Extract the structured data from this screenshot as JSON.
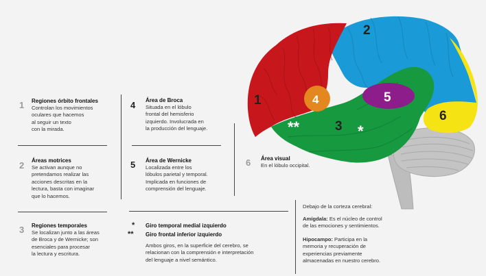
{
  "regions": [
    {
      "number": "1",
      "title": "Regiones órbito frontales",
      "text": "Controlan los movimientos\noculares que hacemos\nal seguir un texto\ncon la mirada."
    },
    {
      "number": "2",
      "title": "Áreas motrices",
      "text": "Se activan aunque no\npretendamos realizar las\nacciones descritas en la\nlectura, basta con imaginar\nque lo hacemos."
    },
    {
      "number": "3",
      "title": "Regiones temporales",
      "text": "Se localizan junto a las áreas\nde Broca y de Wernicke; son\nesenciales para procesar\nla lectura y escritura."
    },
    {
      "number": "4",
      "title": "Área de Broca",
      "text": "Situada en el lóbulo\nfrontal del hemisferio\nizquierdo. Involucrada en\nla producción del lenguaje."
    },
    {
      "number": "5",
      "title": "Área de Wernicke",
      "text": "Localizada entre los\nlóbulos parietal y temporal.\nImplicada en funciones de\ncomprensión del lenguaje."
    },
    {
      "number": "6",
      "title": "Área visual",
      "text": "En el lóbulo occipital."
    }
  ],
  "gyri": {
    "single_star": "*",
    "single_label": "Giro temporal medial izquierdo",
    "double_star": "**",
    "double_label": "Giro frontal inferior izquierdo",
    "text": "Ambos giros, en la superficie del cerebro, se\nrelacionan con la comprensión e interpretación\ndel lenguaje a nivel semántico."
  },
  "subcortex": {
    "heading": "Debajo de la corteza cerebral:",
    "amygdala_label": "Amígdala:",
    "amygdala_text": " Es el núcleo de control\nde las emociones y sentimientos.",
    "hippocampus_label": "Hipocampo:",
    "hippocampus_text": " Participa en la\nmemoria y recuperación de\nexperiencias previamente\nalmacenadas en nuestro cerebro."
  },
  "brain_labels": {
    "frontal": "1",
    "motor": "2",
    "temporal": "3",
    "broca": "4",
    "wernicke": "5",
    "visual": "6",
    "double_star": "**",
    "single_star": "*"
  },
  "colors": {
    "frontal": "#c8161d",
    "motor": "#1a9ad6",
    "temporal": "#179a3f",
    "broca": "#e4871f",
    "wernicke": "#8c1d8a",
    "visual": "#f5e314",
    "cerebellum": "#c4c4c4",
    "background": "#f3f3f3"
  }
}
